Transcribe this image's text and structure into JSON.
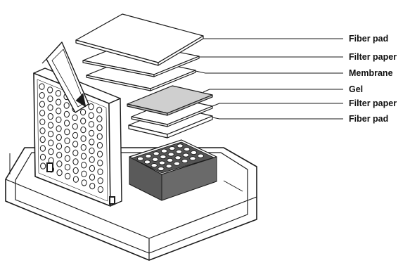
{
  "labels": [
    "Fiber pad",
    "Filter paper",
    "Membrane",
    "Gel",
    "Filter paper",
    "Fiber pad"
  ],
  "colors": {
    "line": "#1a1a1a",
    "gel_fill": "#cfcfcf",
    "base_fill": "#5a5a5a",
    "paper": "#ffffff"
  }
}
